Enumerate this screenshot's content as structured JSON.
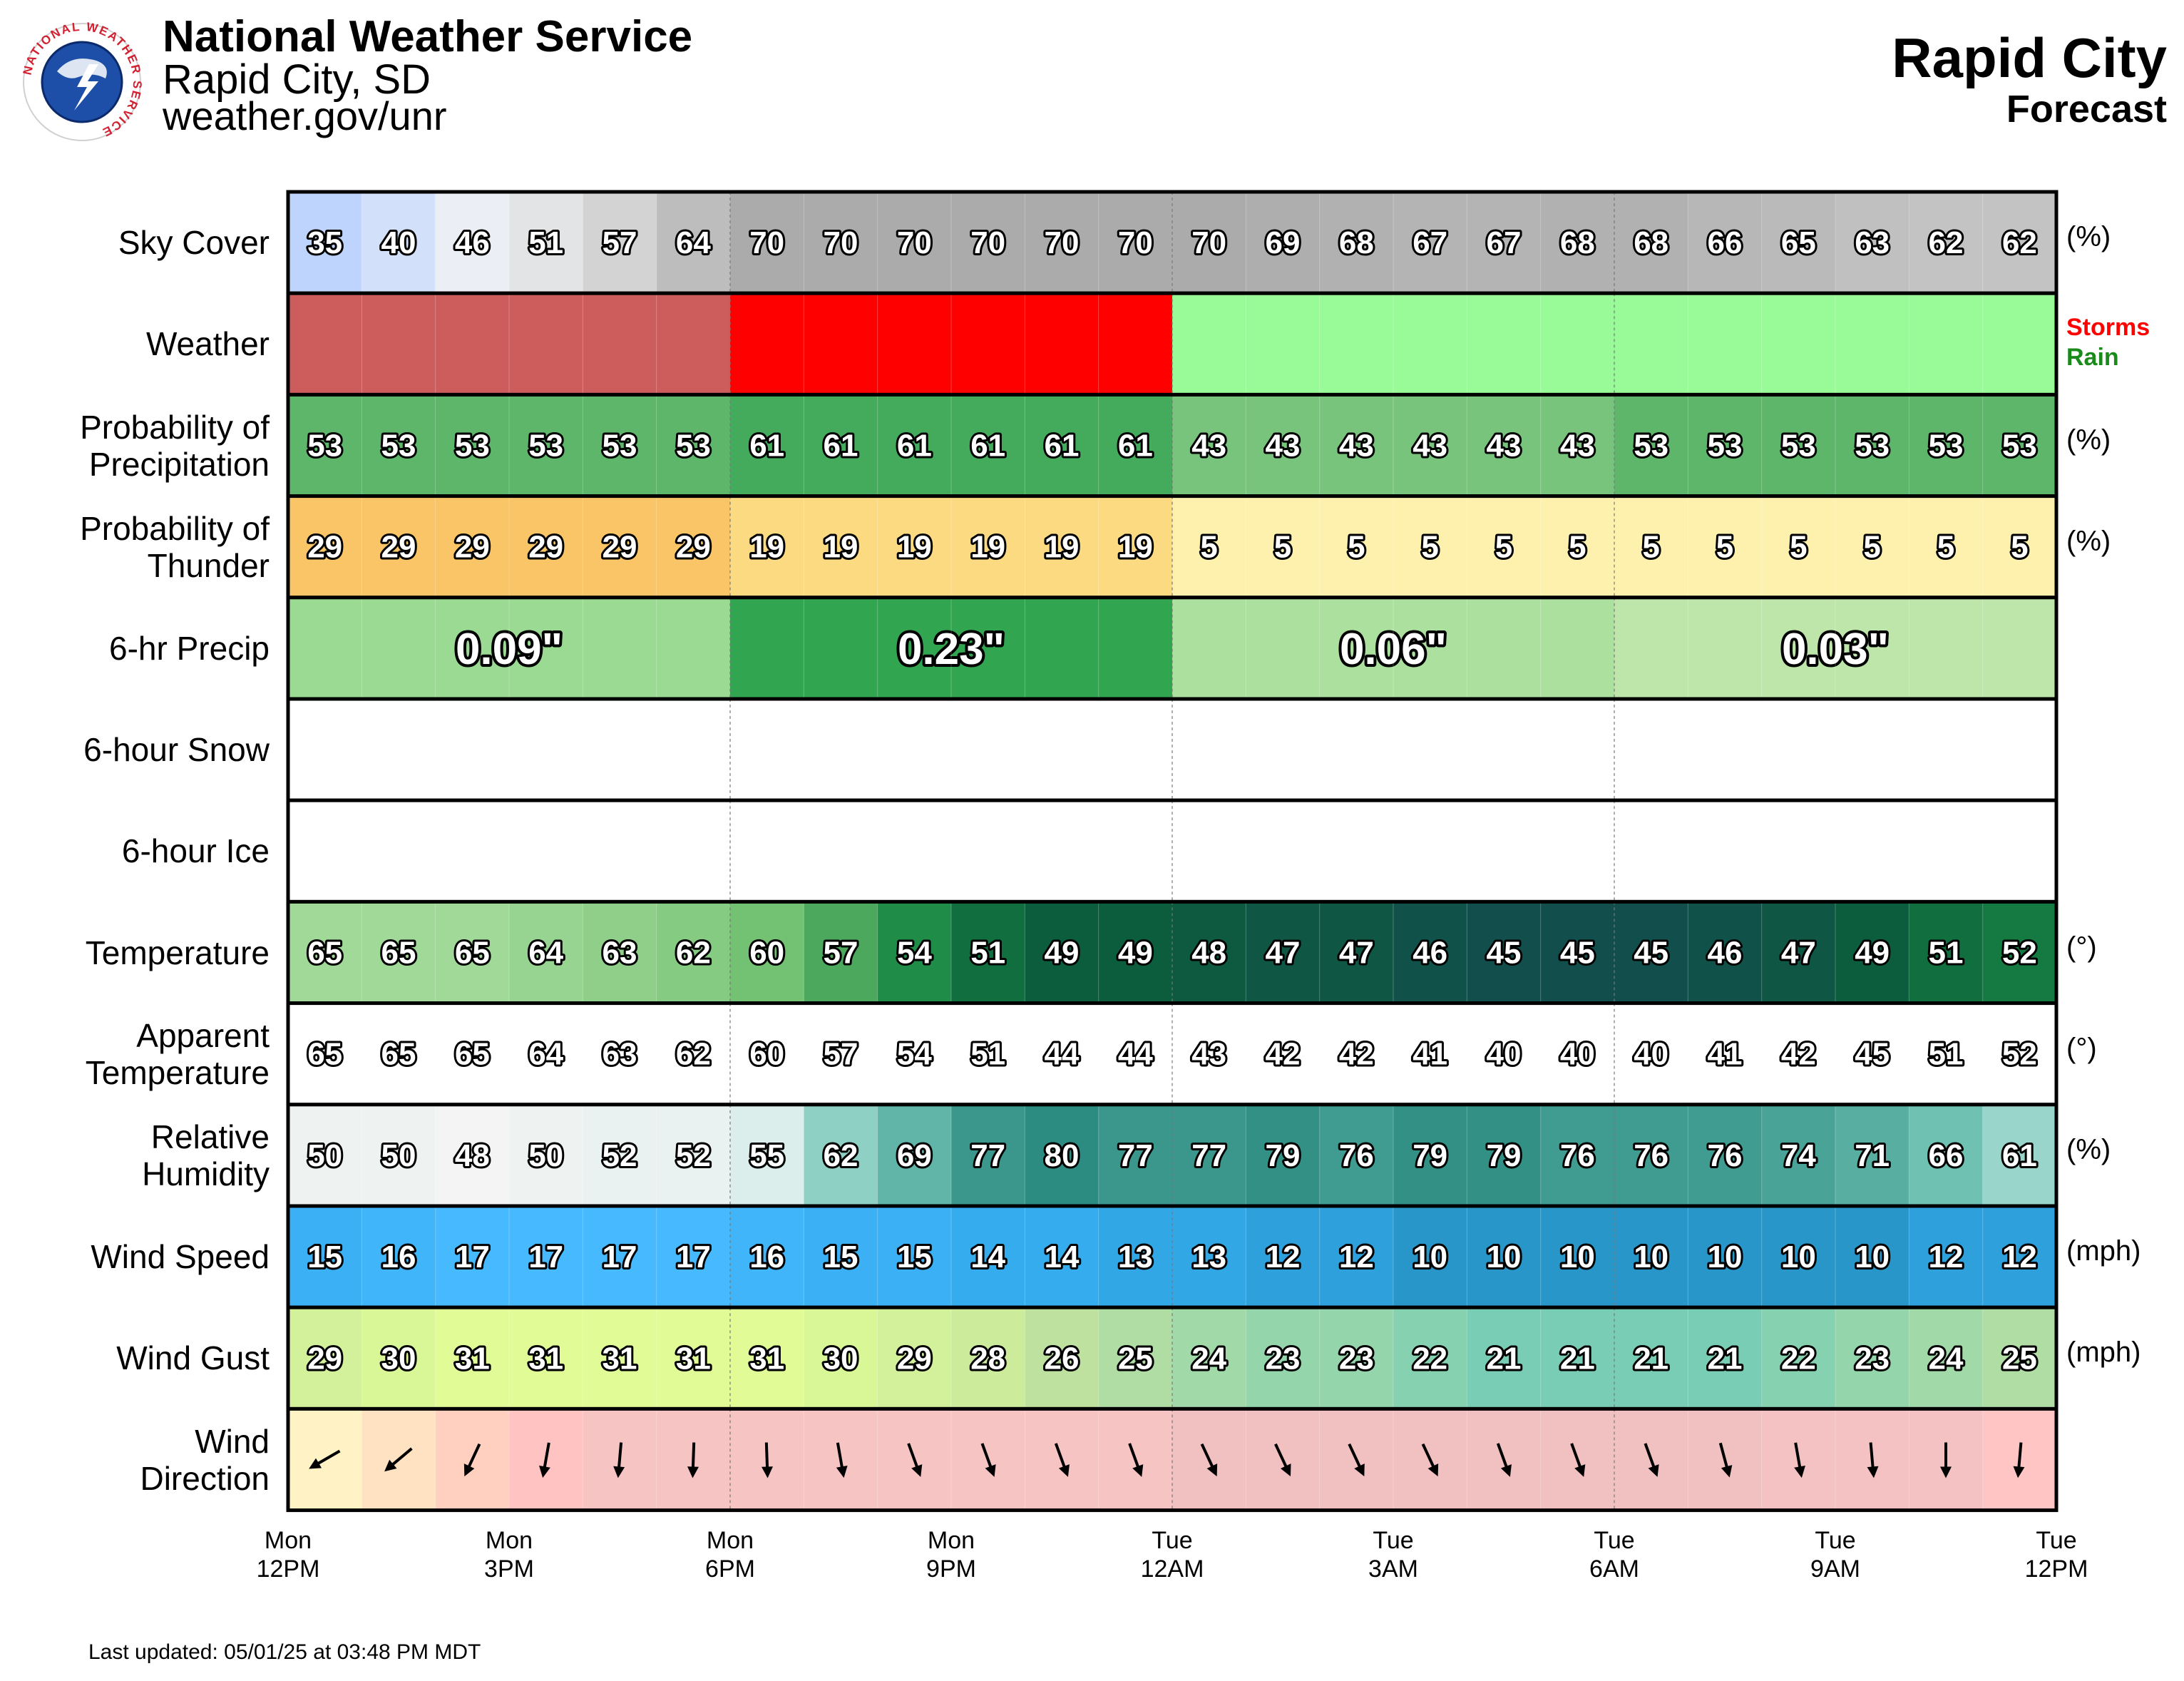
{
  "header": {
    "org_name": "National Weather Service",
    "office": "Rapid City, SD",
    "site": "weather.gov/unr",
    "title": "Rapid City",
    "subtitle": "Forecast",
    "logo_text": "NATIONAL WEATHER SERVICE"
  },
  "footer": {
    "last_updated": "Last updated: 05/01/25 at 03:48 PM MDT"
  },
  "chart_data": {
    "type": "table",
    "hours": 24,
    "x_ticks": [
      {
        "hour": 0,
        "day": "Mon",
        "time": "12PM"
      },
      {
        "hour": 3,
        "day": "Mon",
        "time": "3PM"
      },
      {
        "hour": 6,
        "day": "Mon",
        "time": "6PM"
      },
      {
        "hour": 9,
        "day": "Mon",
        "time": "9PM"
      },
      {
        "hour": 12,
        "day": "Tue",
        "time": "12AM"
      },
      {
        "hour": 15,
        "day": "Tue",
        "time": "3AM"
      },
      {
        "hour": 18,
        "day": "Tue",
        "time": "6AM"
      },
      {
        "hour": 21,
        "day": "Tue",
        "time": "9AM"
      },
      {
        "hour": 24,
        "day": "Tue",
        "time": "12PM"
      }
    ],
    "rows": [
      {
        "key": "sky",
        "label": "Sky Cover",
        "unit": "(%)",
        "kind": "hourly",
        "values": [
          35,
          40,
          46,
          51,
          57,
          64,
          70,
          70,
          70,
          70,
          70,
          70,
          70,
          69,
          68,
          67,
          67,
          68,
          68,
          66,
          65,
          63,
          62,
          62
        ]
      },
      {
        "key": "weather",
        "label": "Weather",
        "kind": "weather",
        "segments": [
          {
            "start": 0,
            "end": 6,
            "type": "Storms",
            "color": "#cd5c5c"
          },
          {
            "start": 6,
            "end": 12,
            "type": "Storms",
            "color": "#ff0000"
          },
          {
            "start": 12,
            "end": 24,
            "type": "Rain",
            "color": "#98fb98"
          }
        ]
      },
      {
        "key": "pop",
        "label": "Probability of\nPrecipitation",
        "unit": "(%)",
        "kind": "hourly",
        "values": [
          53,
          53,
          53,
          53,
          53,
          53,
          61,
          61,
          61,
          61,
          61,
          61,
          43,
          43,
          43,
          43,
          43,
          43,
          53,
          53,
          53,
          53,
          53,
          53
        ]
      },
      {
        "key": "thunder",
        "label": "Probability of\nThunder",
        "unit": "(%)",
        "kind": "hourly",
        "values": [
          29,
          29,
          29,
          29,
          29,
          29,
          19,
          19,
          19,
          19,
          19,
          19,
          5,
          5,
          5,
          5,
          5,
          5,
          5,
          5,
          5,
          5,
          5,
          5
        ]
      },
      {
        "key": "qpf",
        "label": "6-hr Precip",
        "kind": "block",
        "blocks": [
          {
            "start": 0,
            "end": 6,
            "value": "0.09\""
          },
          {
            "start": 6,
            "end": 12,
            "value": "0.23\""
          },
          {
            "start": 12,
            "end": 18,
            "value": "0.06\""
          },
          {
            "start": 18,
            "end": 24,
            "value": "0.03\""
          }
        ],
        "amounts": [
          0.09,
          0.23,
          0.06,
          0.03
        ]
      },
      {
        "key": "snow",
        "label": "6-hour Snow",
        "kind": "empty"
      },
      {
        "key": "ice",
        "label": "6-hour Ice",
        "kind": "empty"
      },
      {
        "key": "temp",
        "label": "Temperature",
        "unit": "(°)",
        "kind": "hourly",
        "values": [
          65,
          65,
          65,
          64,
          63,
          62,
          60,
          57,
          54,
          51,
          49,
          49,
          48,
          47,
          47,
          46,
          45,
          45,
          45,
          46,
          47,
          49,
          51,
          52
        ]
      },
      {
        "key": "apparent",
        "label": "Apparent\nTemperature",
        "unit": "(°)",
        "kind": "hourly",
        "values": [
          65,
          65,
          65,
          64,
          63,
          62,
          60,
          57,
          54,
          51,
          44,
          44,
          43,
          42,
          42,
          41,
          40,
          40,
          40,
          41,
          42,
          45,
          51,
          52
        ]
      },
      {
        "key": "rh",
        "label": "Relative\nHumidity",
        "unit": "(%)",
        "kind": "hourly",
        "values": [
          50,
          50,
          48,
          50,
          52,
          52,
          55,
          62,
          69,
          77,
          80,
          77,
          77,
          79,
          76,
          79,
          79,
          76,
          76,
          76,
          74,
          71,
          66,
          61
        ]
      },
      {
        "key": "wspd",
        "label": "Wind Speed",
        "unit": "(mph)",
        "kind": "hourly",
        "values": [
          15,
          16,
          17,
          17,
          17,
          17,
          16,
          15,
          15,
          14,
          14,
          13,
          13,
          12,
          12,
          10,
          10,
          10,
          10,
          10,
          10,
          10,
          12,
          12
        ]
      },
      {
        "key": "gust",
        "label": "Wind Gust",
        "unit": "(mph)",
        "kind": "hourly",
        "values": [
          29,
          30,
          31,
          31,
          31,
          31,
          31,
          30,
          29,
          28,
          26,
          25,
          24,
          23,
          23,
          22,
          21,
          21,
          21,
          21,
          22,
          23,
          24,
          25
        ]
      },
      {
        "key": "wdir",
        "label": "Wind\nDirection",
        "kind": "arrows",
        "arrow_direction_deg": [
          240,
          230,
          205,
          190,
          185,
          182,
          178,
          170,
          160,
          160,
          160,
          160,
          155,
          155,
          155,
          155,
          160,
          160,
          160,
          165,
          170,
          175,
          180,
          185
        ]
      }
    ],
    "legend": [
      {
        "name": "Storms",
        "color": "#ff0000"
      },
      {
        "name": "Rain",
        "color": "#1a8a1a"
      }
    ]
  }
}
